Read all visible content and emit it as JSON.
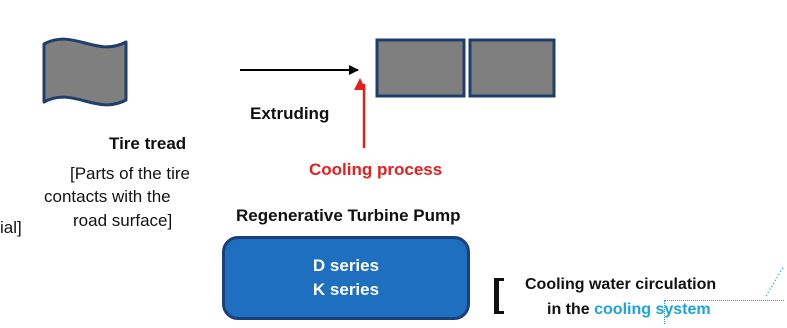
{
  "tire": {
    "title": "Tire tread",
    "desc_line1": "[Parts of the tire",
    "desc_line2": "contacts with the",
    "desc_line3": "road surface]",
    "edge_fragment": "ial]"
  },
  "process": {
    "extruding_label": "Extruding",
    "cooling_label": "Cooling process"
  },
  "pump": {
    "title": "Regenerative Turbine Pump",
    "series": [
      "D series",
      "K series"
    ]
  },
  "cooling_note": {
    "line1": "Cooling water circulation",
    "line2_prefix": "in the",
    "line2_highlight": "cooling system"
  },
  "colors": {
    "gray_fill": "#7f7f7f",
    "box_border": "#1f3f6b",
    "red": "#e81e1e",
    "blue_box": "#1f6fc0",
    "cyan_text": "#1aa4de"
  }
}
